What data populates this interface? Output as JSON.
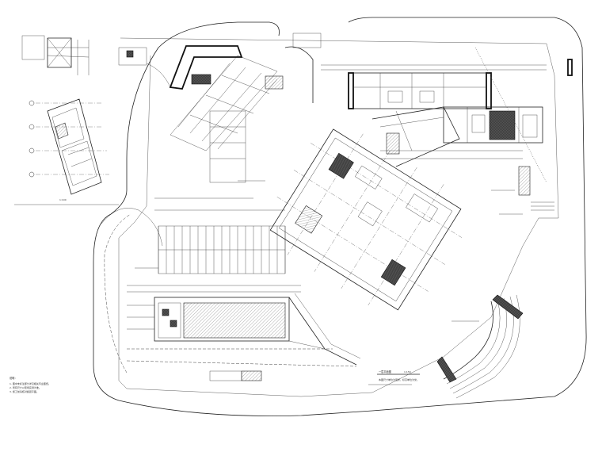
{
  "drawing": {
    "labels": {
      "sub_plan_scale": "1:100",
      "notes_header": "说明：",
      "notes_lines": [
        "1. 图中未标注部分详见相关专业图纸。",
        "2. 所有尺寸以现场实测为准。",
        "3. 施工前请核对各层平面。"
      ],
      "plan_title": "一层平面图",
      "plan_scale": "1:150",
      "plan_subnote": "本图尺寸单位为毫米，标高单位为米。"
    }
  }
}
